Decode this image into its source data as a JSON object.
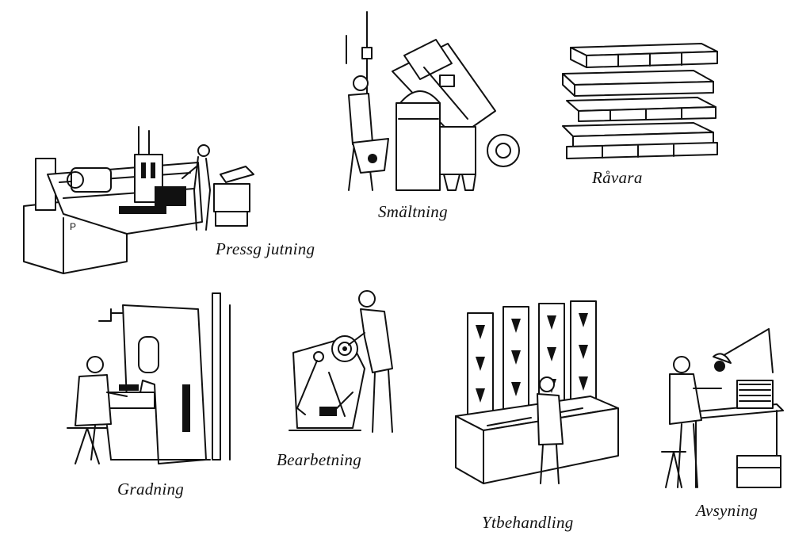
{
  "panels": {
    "pressgjutning": {
      "caption": "Pressg jutning",
      "icon": "die-casting-machine-illustration"
    },
    "smaltning": {
      "caption": "Smältning",
      "icon": "melting-furnace-illustration"
    },
    "ravara": {
      "caption": "Råvara",
      "icon": "stacked-ingots-illustration"
    },
    "gradning": {
      "caption": "Gradning",
      "icon": "trimming-press-illustration"
    },
    "bearbetning": {
      "caption": "Bearbetning",
      "icon": "machining-illustration"
    },
    "ytbehandling": {
      "caption": "Ytbehandling",
      "icon": "surface-treatment-illustration"
    },
    "avsyning": {
      "caption": "Avsyning",
      "icon": "inspection-desk-illustration"
    }
  },
  "colors": {
    "ink": "#111111",
    "paper": "#ffffff"
  }
}
